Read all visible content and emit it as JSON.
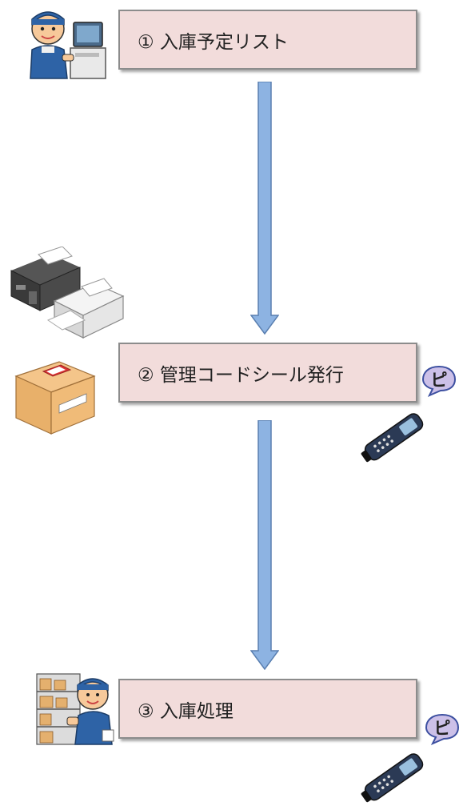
{
  "steps": [
    {
      "label": "① 入庫予定リスト"
    },
    {
      "label": "② 管理コードシール発行"
    },
    {
      "label": "③ 入庫処理"
    }
  ],
  "scanner_sound": "ピ",
  "colors": {
    "step_fill": "#f2dcdb",
    "step_border": "#8c8c8c",
    "arrow_fill": "#8db3e2",
    "arrow_stroke": "#5a7fb0",
    "bubble_fill": "#ccc0e8",
    "bubble_stroke": "#3c4fa0"
  },
  "icons": {
    "worker_at_computer": "worker-computer-icon",
    "printers": "printer-icon",
    "box": "cardboard-box-icon",
    "scanner": "handheld-scanner-icon",
    "warehouse_worker": "warehouse-worker-icon"
  }
}
